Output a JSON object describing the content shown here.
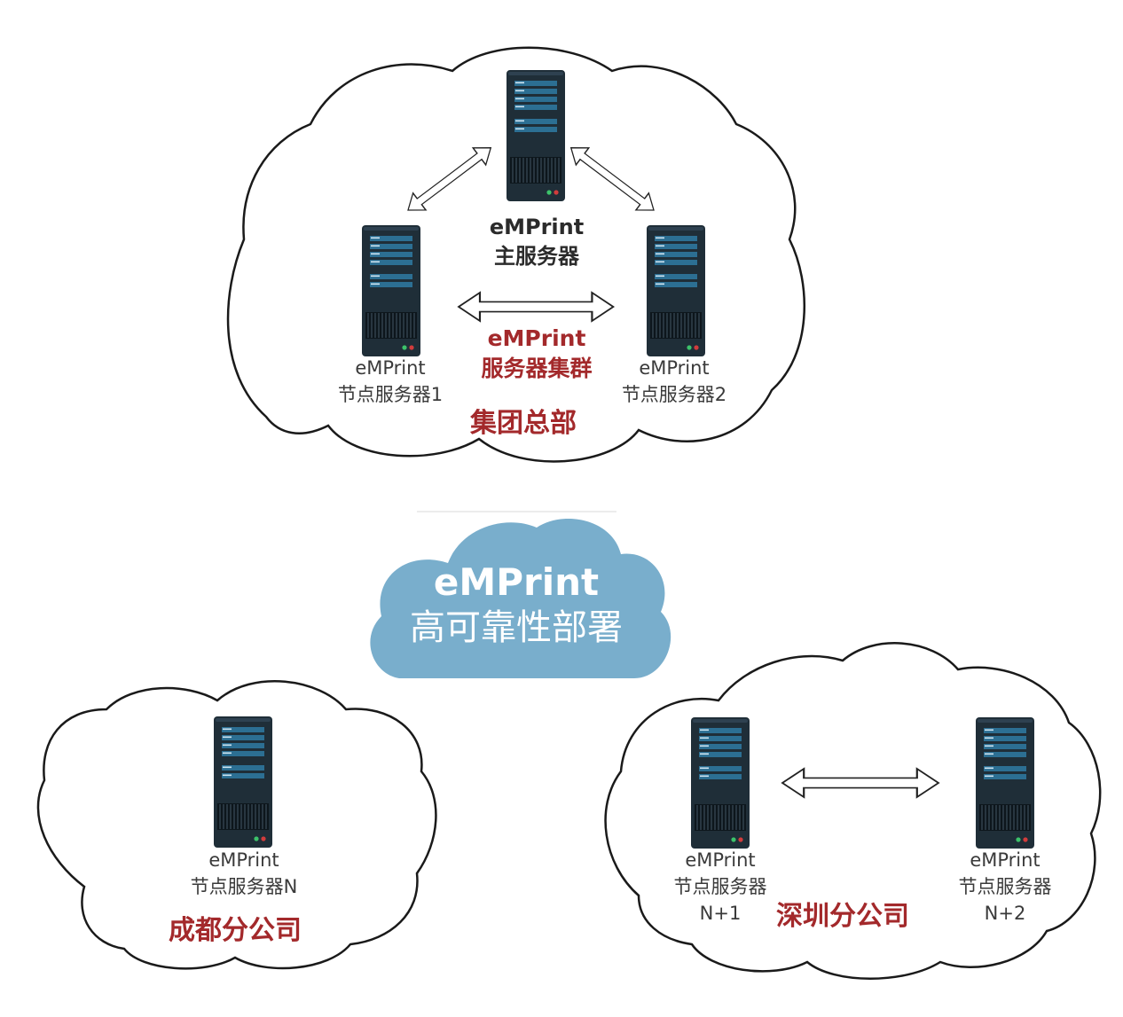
{
  "colors": {
    "cloud_stroke": "#1a1a1a",
    "center_cloud_fill": "#79aecc",
    "server_body": "#1f2e38",
    "server_panel": "#2c6f93",
    "accent_red": "#a3292b",
    "text_gray": "#3a3a3a"
  },
  "hq": {
    "site_name": "集团总部",
    "main_server": {
      "line1": "eMPrint",
      "line2": "主服务器"
    },
    "cluster": {
      "line1": "eMPrint",
      "line2": "服务器集群"
    },
    "node1": {
      "line1": "eMPrint",
      "line2": "节点服务器1"
    },
    "node2": {
      "line1": "eMPrint",
      "line2": "节点服务器2"
    }
  },
  "center": {
    "title": "eMPrint",
    "subtitle": "高可靠性部署"
  },
  "chengdu": {
    "site_name": "成都分公司",
    "node": {
      "line1": "eMPrint",
      "line2": "节点服务器N"
    }
  },
  "shenzhen": {
    "site_name": "深圳分公司",
    "node_a": {
      "line1": "eMPrint",
      "line2": "节点服务器",
      "line3": "N+1"
    },
    "node_b": {
      "line1": "eMPrint",
      "line2": "节点服务器",
      "line3": "N+2"
    }
  },
  "icons": [
    "server-icon",
    "double-arrow-icon",
    "cloud-outline"
  ]
}
